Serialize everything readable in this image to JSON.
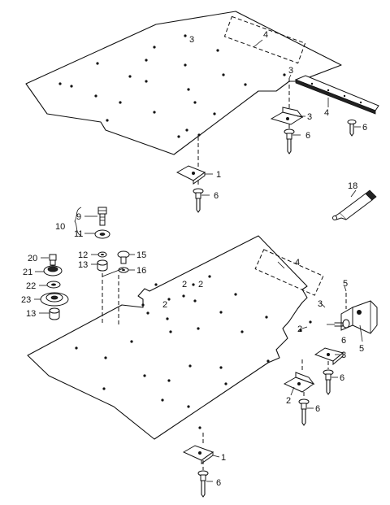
{
  "labels": {
    "top_3a": "3",
    "top_4": "4",
    "top_3b": "3",
    "top_4b": "4",
    "top_3c": "3",
    "top_6a": "6",
    "top_1": "1",
    "top_6b": "6",
    "tube_18": "18",
    "p9": "9",
    "p10": "10",
    "p11": "11",
    "p12": "12",
    "p13a": "13",
    "p15": "15",
    "p16": "16",
    "p20": "20",
    "p21": "21",
    "p22": "22",
    "p23": "23",
    "p13b": "13",
    "bot_4": "4",
    "bot_2a": "2",
    "bot_2b": "2",
    "bot_2c": "2",
    "bot_5a": "5",
    "bot_3a": "3",
    "bot_2d": "2",
    "bot_6a": "6",
    "bot_3b": "3",
    "bot_5b": "5",
    "bot_6b": "6",
    "bot_2e": "2",
    "bot_6c": "6",
    "bot_1": "1",
    "bot_6d": "6"
  }
}
